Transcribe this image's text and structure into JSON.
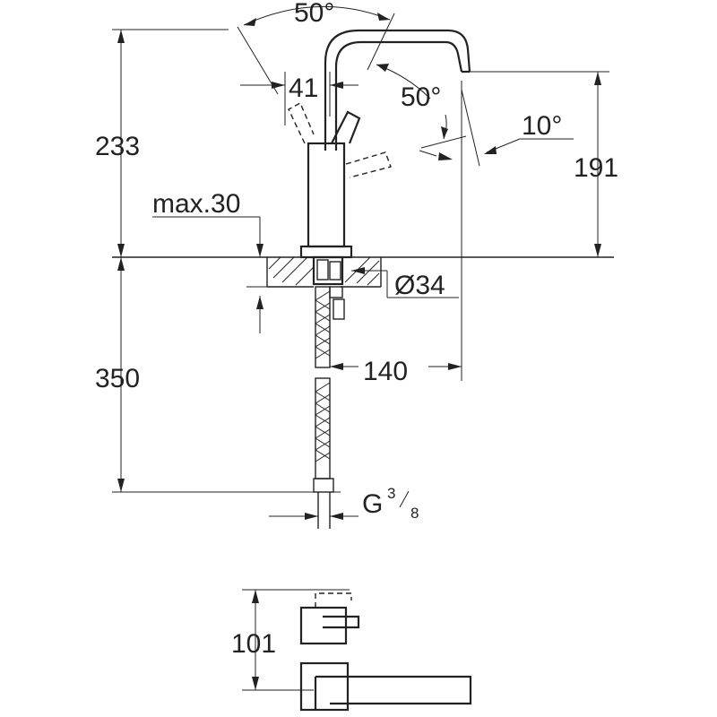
{
  "dimensions": {
    "angle_top": "50°",
    "spout_offset": "41",
    "angle_spout": "50°",
    "angle_tilt": "10°",
    "total_height": "233",
    "spout_height": "191",
    "max_counter": "max.30",
    "hole_diameter": "Ø34",
    "hose_length": "350",
    "reach": "140",
    "thread_main": "G",
    "thread_num": "3",
    "thread_den": "8",
    "depth": "101"
  }
}
